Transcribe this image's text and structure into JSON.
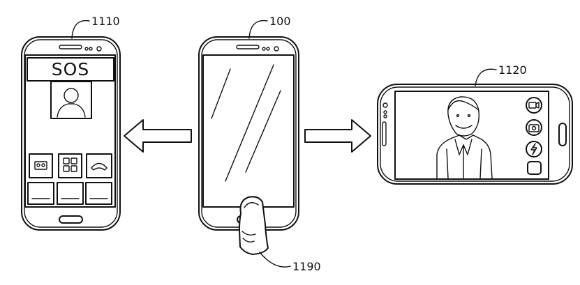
{
  "labels": {
    "left_phone": "1110",
    "center_phone": "100",
    "right_phone": "1120",
    "finger": "1190"
  },
  "left_screen": {
    "banner_text": "SOS",
    "buttons": [
      "cassette-icon",
      "grid-icon",
      "phone-handset-icon"
    ],
    "soft_keys": 3
  },
  "right_screen": {
    "side_buttons": [
      "video-camera-icon",
      "camera-icon",
      "flash-icon",
      "shutter-button-icon"
    ]
  },
  "arrows": [
    "left",
    "right"
  ]
}
